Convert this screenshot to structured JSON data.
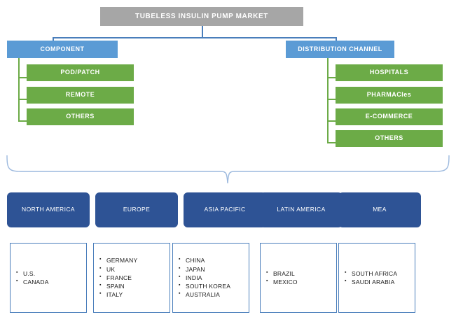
{
  "diagram": {
    "title": "TUBELESS INSULIN PUMP MARKET",
    "branches": [
      {
        "name": "COMPONENT",
        "children": [
          "POD/PATCH",
          "REMOTE",
          "OTHERS"
        ]
      },
      {
        "name": "DISTRIBUTION CHANNEL",
        "children": [
          "HOSPITALS",
          "PHARMACIes",
          "E-COMMERCE",
          "OTHERS"
        ]
      }
    ],
    "regions": [
      {
        "name": "NORTH AMERICA",
        "countries": [
          "U.S.",
          "CANADA"
        ]
      },
      {
        "name": "EUROPE",
        "countries": [
          "GERMANY",
          "UK",
          "FRANCE",
          "SPAIN",
          "ITALY"
        ]
      },
      {
        "name": "ASIA PACIFIC",
        "countries": [
          "CHINA",
          "JAPAN",
          "INDIA",
          "SOUTH KOREA",
          "AUSTRALIA"
        ]
      },
      {
        "name": "LATIN AMERICA",
        "countries": [
          "BRAZIL",
          "MEXICO"
        ]
      },
      {
        "name": "MEA",
        "countries": [
          "SOUTH AFRICA",
          "SAUDI ARABIA"
        ]
      }
    ],
    "colors": {
      "title_fill": "#a6a6a6",
      "level1_fill": "#5b9bd5",
      "leaf_fill": "#6cab47",
      "region_fill": "#2e5395",
      "connector": "#4a7ebb",
      "country_border": "#4a7ebb"
    }
  }
}
